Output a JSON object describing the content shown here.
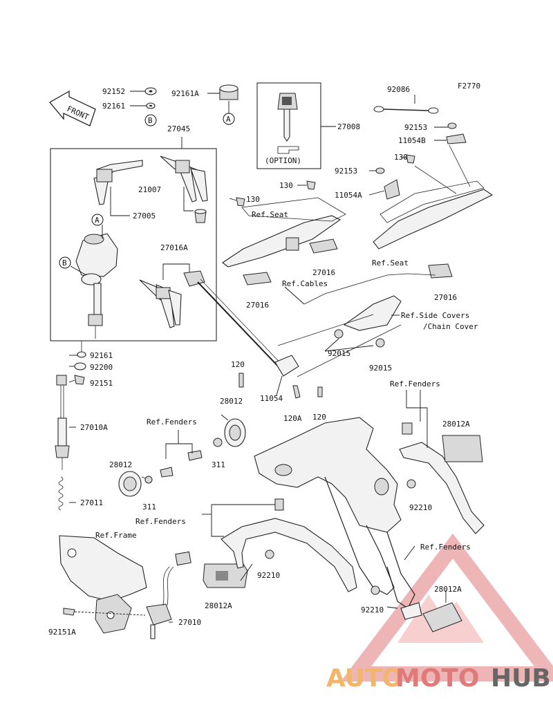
{
  "figure_code": "F2770",
  "front_label": "FRONT",
  "option_label": "(OPTION)",
  "circle_refs": {
    "a": "A",
    "b": "B"
  },
  "labels": {
    "p92152": "92152",
    "p92161_top": "92161",
    "p92161a": "92161A",
    "p27045": "27045",
    "p27008": "27008",
    "p92086": "92086",
    "p92153_top": "92153",
    "p11054b": "11054B",
    "p130_r": "130",
    "p92153_mid": "92153",
    "p11054a": "11054A",
    "p130_c": "130",
    "p130_l": "130",
    "p21007": "21007",
    "p27005": "27005",
    "p27016a": "27016A",
    "p27016_c": "27016",
    "p27016_l": "27016",
    "p27016_r": "27016",
    "ref_seat_l": "Ref.Seat",
    "ref_seat_r": "Ref.Seat",
    "ref_cables": "Ref.Cables",
    "ref_side_covers_1": "Ref.Side Covers",
    "ref_side_covers_2": "/Chain Cover",
    "p92015_l": "92015",
    "p92015_r": "92015",
    "p92161_low": "92161",
    "p92200": "92200",
    "p92151": "92151",
    "p120_l": "120",
    "p11054": "11054",
    "p120a": "120A",
    "p120_r": "120",
    "p28012_top": "28012",
    "ref_fenders_tr": "Ref.Fenders",
    "p28012a_r": "28012A",
    "ref_fenders_l": "Ref.Fenders",
    "p27010a": "27010A",
    "p311_r": "311",
    "p28012_l": "28012",
    "p311_l": "311",
    "p92210_r": "92210",
    "p27011": "27011",
    "ref_fenders_m": "Ref.Fenders",
    "ref_frame": "Ref.Frame",
    "ref_fenders_br": "Ref.Fenders",
    "p92210_m": "92210",
    "p28012a_m": "28012A",
    "p28012a_br": "28012A",
    "p92210_b": "92210",
    "p27010": "27010",
    "p92151a": "92151A"
  },
  "watermark": {
    "part1": "AUTO",
    "part2": "MOTO",
    "part3": "HUB"
  },
  "colors": {
    "watermark_orange": "#f2b66a",
    "watermark_red": "#e07a7a",
    "watermark_gray": "#666666",
    "ink": "#111111"
  }
}
